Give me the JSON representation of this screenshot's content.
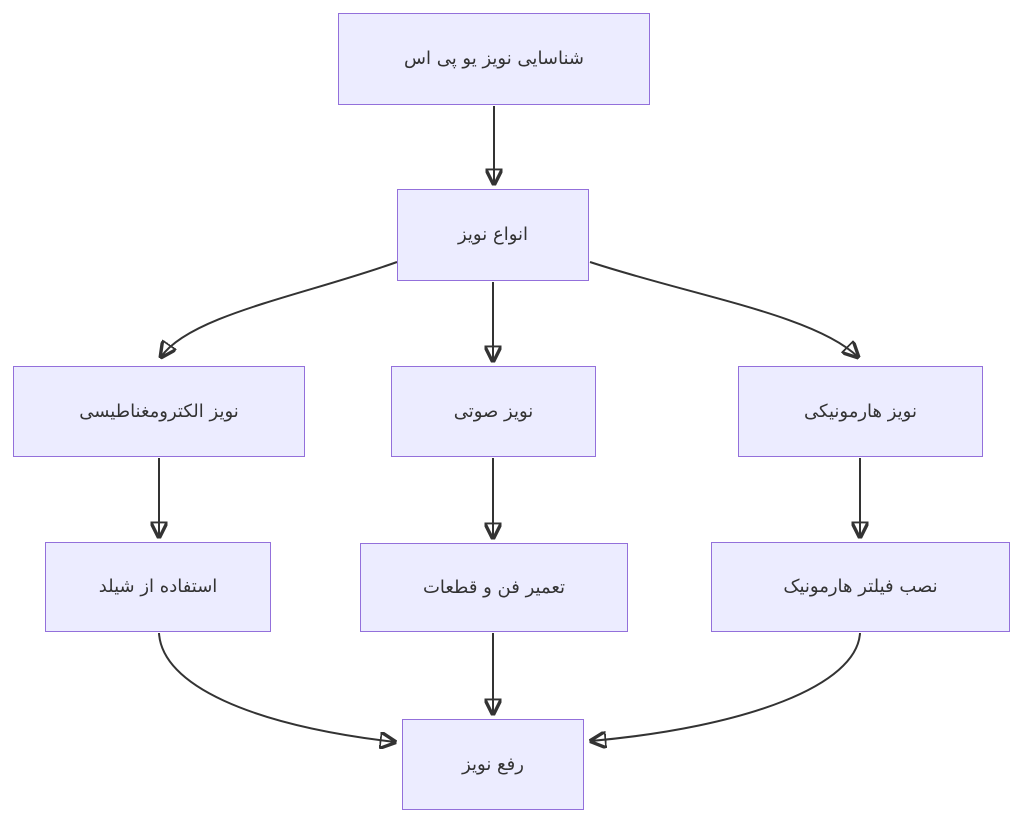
{
  "diagram": {
    "type": "flowchart",
    "direction": "top-down",
    "nodes": {
      "identify": {
        "label": "شناسایی نویز یو پی اس"
      },
      "types": {
        "label": "انواع نویز"
      },
      "em": {
        "label": "نویز الکترومغناطیسی"
      },
      "audio": {
        "label": "نویز صوتی"
      },
      "harmonic": {
        "label": "نویز هارمونیکی"
      },
      "shield": {
        "label": "استفاده از شیلد"
      },
      "fan": {
        "label": "تعمیر فن و قطعات"
      },
      "filter": {
        "label": "نصب فیلتر هارمونیک"
      },
      "fix": {
        "label": "رفع نویز"
      }
    },
    "edges": [
      {
        "from": "identify",
        "to": "types"
      },
      {
        "from": "types",
        "to": "em"
      },
      {
        "from": "types",
        "to": "audio"
      },
      {
        "from": "types",
        "to": "harmonic"
      },
      {
        "from": "em",
        "to": "shield"
      },
      {
        "from": "audio",
        "to": "fan"
      },
      {
        "from": "harmonic",
        "to": "filter"
      },
      {
        "from": "shield",
        "to": "fix"
      },
      {
        "from": "fan",
        "to": "fix"
      },
      {
        "from": "filter",
        "to": "fix"
      }
    ],
    "colors": {
      "node_fill": "#ECECFF",
      "node_border": "#9370DB",
      "edge": "#333333",
      "text": "#333333",
      "background": "#ffffff"
    }
  }
}
